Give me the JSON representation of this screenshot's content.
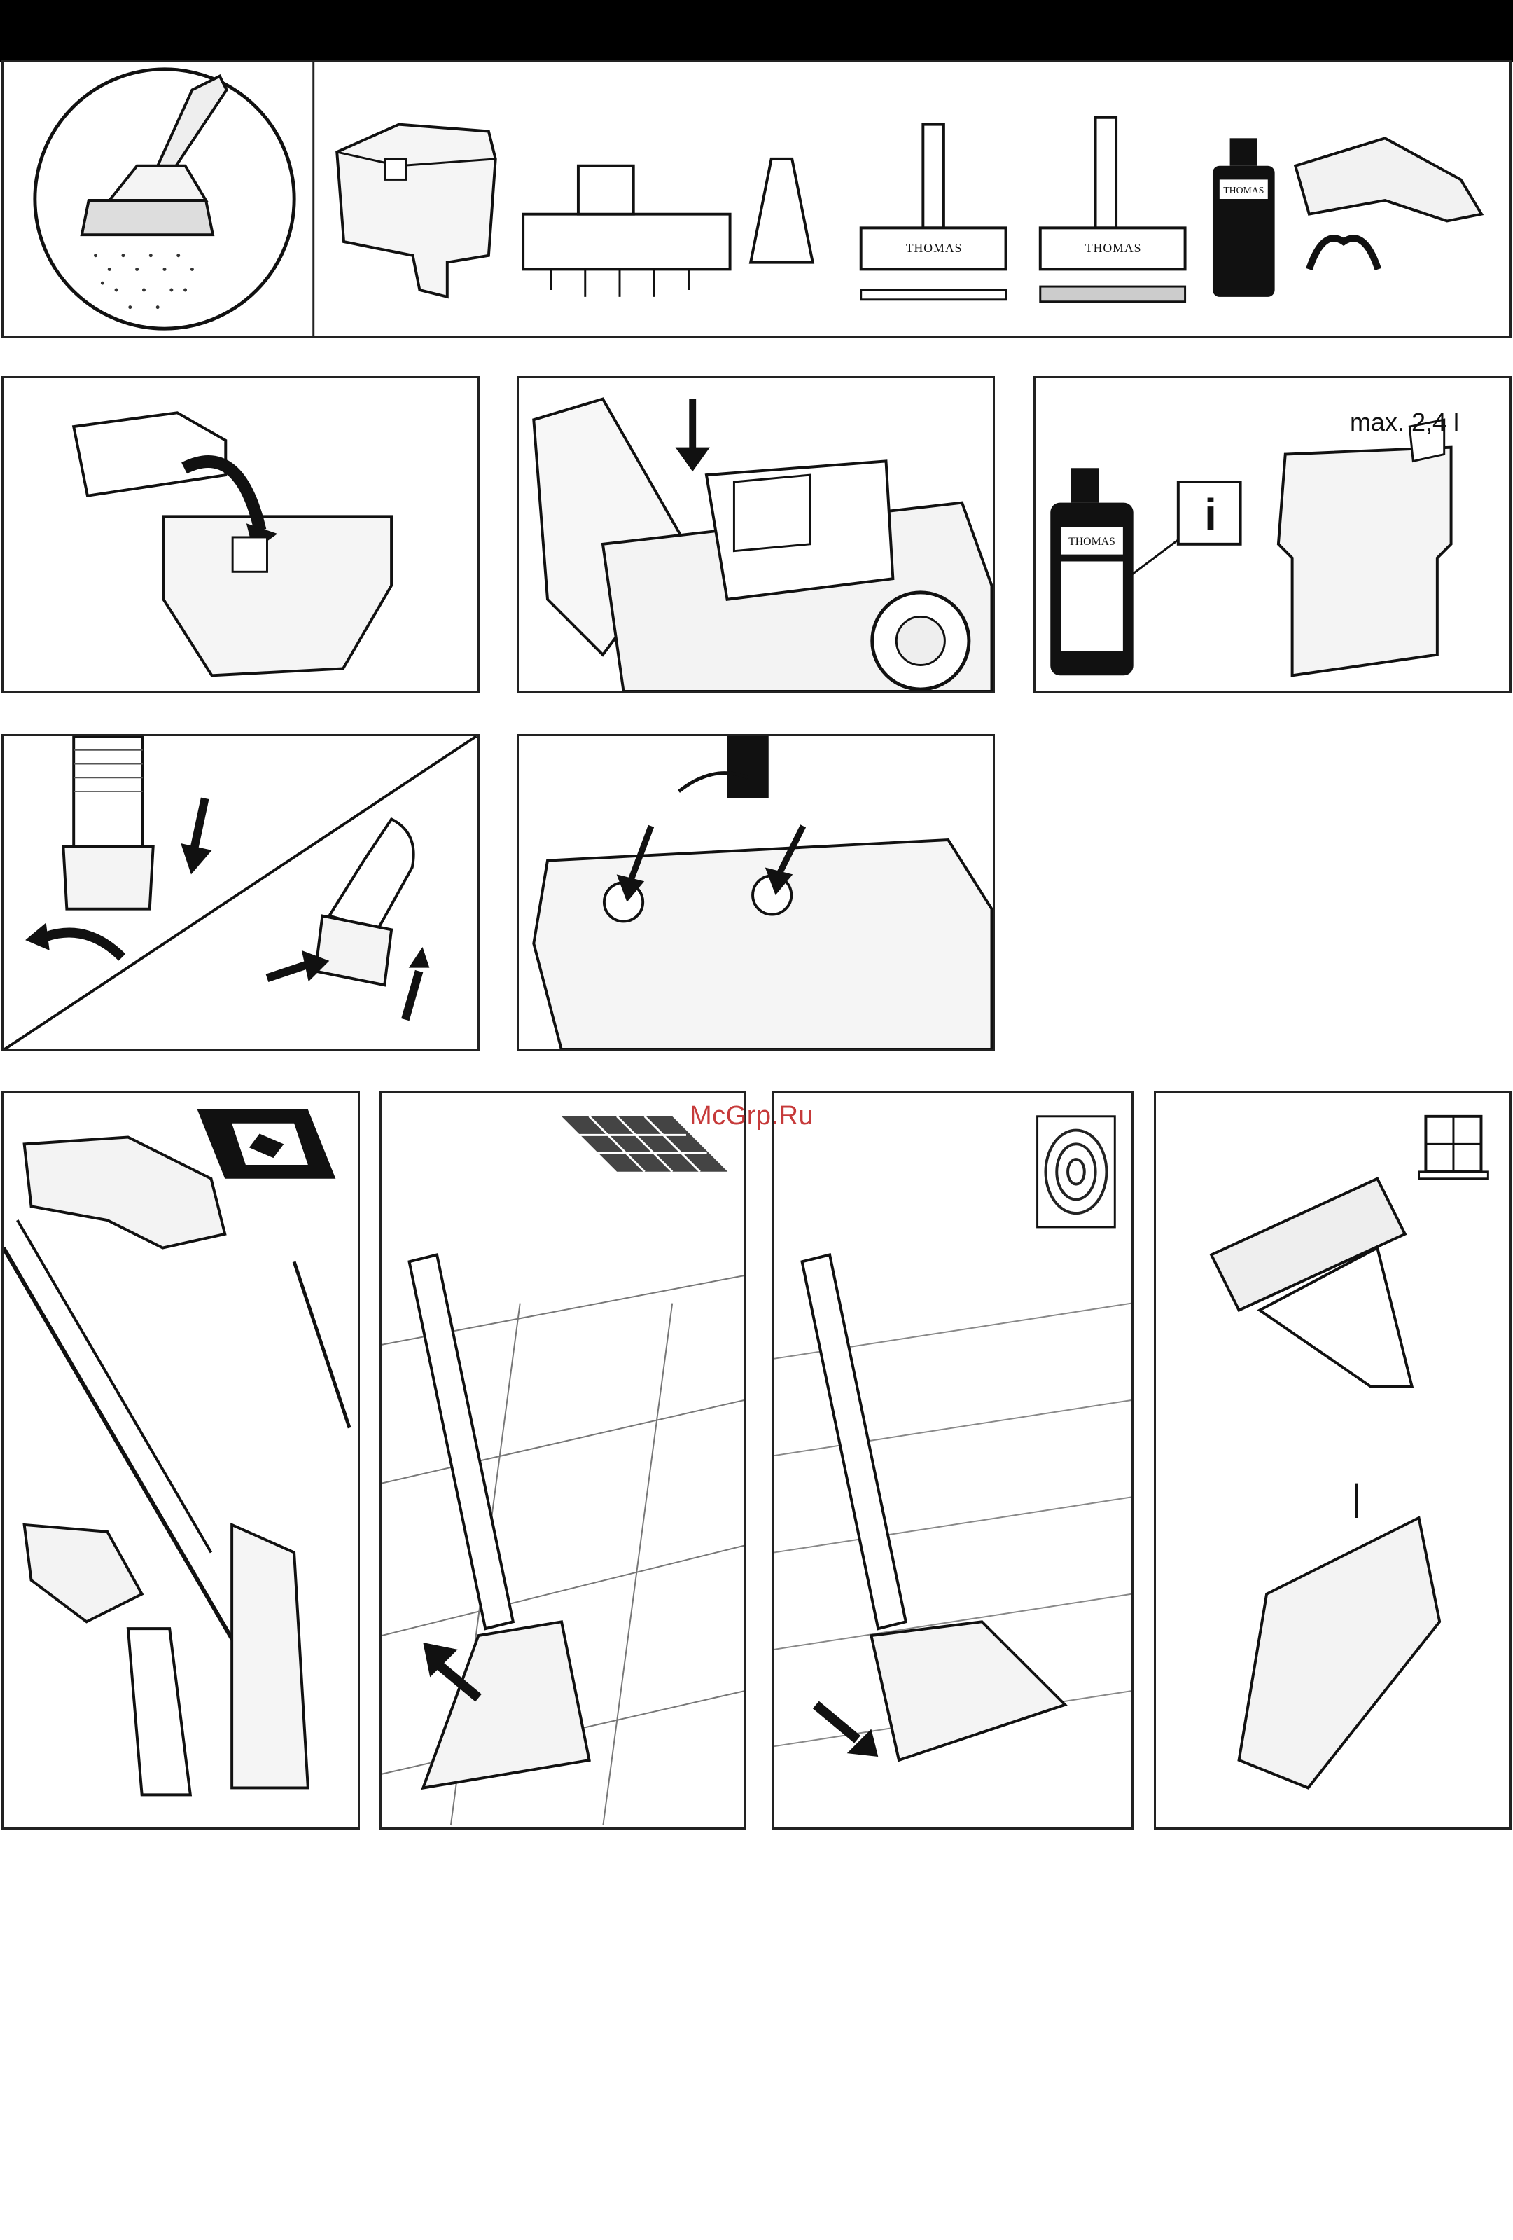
{
  "header": {
    "bar_color": "#000000"
  },
  "watermark": {
    "text": "McGrp.Ru",
    "color": "#c63a3a"
  },
  "accessories": {
    "items": [
      {
        "icon": "spray-nozzle-circle-icon"
      },
      {
        "icon": "water-tank-icon"
      },
      {
        "icon": "filter-insert-icon"
      },
      {
        "icon": "upholstery-nozzle-icon"
      },
      {
        "icon": "floor-nozzle-hard-icon"
      },
      {
        "icon": "floor-nozzle-carpet-icon"
      },
      {
        "icon": "detergent-bottle-icon"
      },
      {
        "icon": "hose-handle-icon"
      },
      {
        "icon": "clip-icon"
      }
    ],
    "bottle_brand": "THOMAS"
  },
  "step_fill_tank": {
    "bottle_brand": "THOMAS",
    "info_glyph": "i",
    "max_label": "max. 2,4 l"
  },
  "surfaces": [
    {
      "icon": "carpet-icon"
    },
    {
      "icon": "tiles-icon"
    },
    {
      "icon": "wood-floor-icon"
    },
    {
      "icon": "window-icon"
    }
  ]
}
